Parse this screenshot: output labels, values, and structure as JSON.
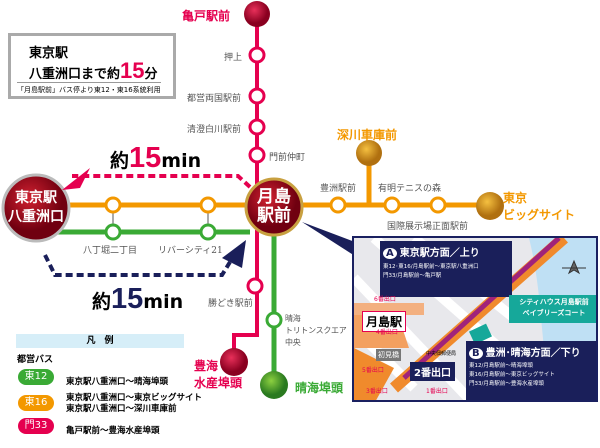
{
  "info_box": {
    "line1": "東京駅",
    "line2": "八重洲口まで約",
    "minutes": "15",
    "unit": "分",
    "note": "「月島駅前」バス停より東12・東16系統利用"
  },
  "hubs": {
    "tokyo": "東京駅\n八重洲口",
    "tsukishima": "月島\n駅前"
  },
  "terminals": {
    "kameido": "亀戸駅前",
    "fukagawa": "深川車庫前",
    "bigsight": "東京\nビッグサイト",
    "toyomi": "豊海\n水産埠頭",
    "harumi": "晴海埠頭"
  },
  "stops": {
    "oshiage": "押上",
    "ryogoku": "都営両国駅前",
    "kiyosumi": "清澄白川駅前",
    "monzen": "門前仲町",
    "toyosu": "豊洲駅前",
    "ariake": "有明テニスの森",
    "kokusai": "国際展示場正面駅前",
    "hatchobori": "八丁堀二丁目",
    "river": "リバーシティ21",
    "kachidoki": "勝どき駅前",
    "triton": "晴海\nトリトンスクエア\n中央"
  },
  "times": {
    "upper_prefix": "約",
    "upper_num": "15",
    "upper_unit": "min",
    "lower_prefix": "約",
    "lower_num": "15",
    "lower_unit": "min"
  },
  "legend": {
    "title": "凡　例",
    "subtitle": "都営バス",
    "items": [
      {
        "badge": "東12",
        "color": "#3aaa35",
        "text": "東京駅八重洲口～晴海埠頭"
      },
      {
        "badge": "東16",
        "color": "#f39800",
        "text": "東京駅八重洲口～東京ビッグサイト\n東京駅八重洲口～深川車庫前"
      },
      {
        "badge": "門33",
        "color": "#e5004f",
        "text": "亀戸駅前～豊海水産埠頭"
      }
    ]
  },
  "inset": {
    "a_title": "東京駅方面／上り",
    "a_lines": "東12･東16/月島駅前～東京駅八重洲口\n門33/月島駅前～亀戸駅",
    "b_title": "豊洲･晴海方面／下り",
    "b_lines": "東12/月島駅前～晴海埠頭\n東16/月島駅前～東京ビッグサイト\n門33/月島駅前～豊海水産埠頭",
    "station": "月島駅",
    "building": "シティハウス月島駅前\nベイブリーズコート",
    "exit2": "2番出口",
    "exits": [
      "6番出口",
      "4番出口",
      "5番出口",
      "3番出口",
      "1番出口"
    ],
    "bridge": "初見橋",
    "post": "中央佃郵便局",
    "a": "A",
    "b": "B"
  },
  "colors": {
    "red": "#e5004f",
    "orange": "#f39800",
    "green": "#3aaa35",
    "navy": "#1a1f5a"
  }
}
